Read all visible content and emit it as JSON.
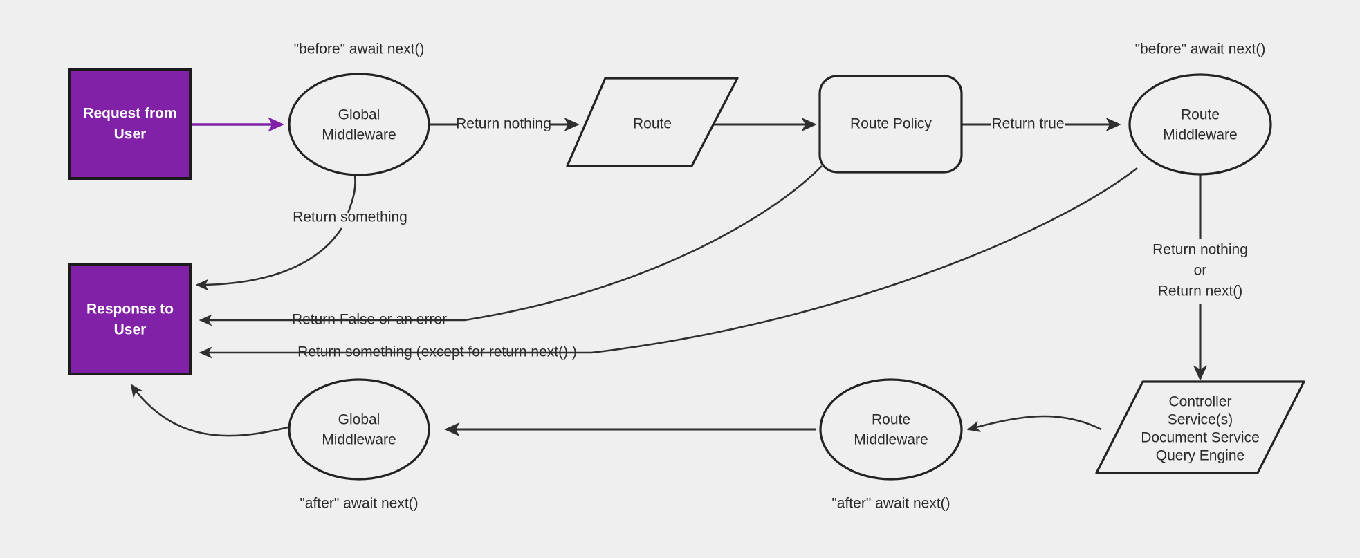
{
  "diagram": {
    "title": "Middleware request/response lifecycle flowchart",
    "background_color": "#efeff0",
    "accent_color": "#8021a8",
    "stroke_color": "#2f2f2f",
    "nodes": {
      "request": {
        "line1": "Request from",
        "line2": "User",
        "shape": "rectangle",
        "fill": "#8021a8"
      },
      "response": {
        "line1": "Response to",
        "line2": "User",
        "shape": "rectangle",
        "fill": "#8021a8"
      },
      "global_mw_top": {
        "line1": "Global",
        "line2": "Middleware",
        "shape": "ellipse"
      },
      "route": {
        "line1": "Route",
        "shape": "parallelogram"
      },
      "route_policy": {
        "line1": "Route Policy",
        "shape": "rounded-rectangle"
      },
      "route_mw_top": {
        "line1": "Route",
        "line2": "Middleware",
        "shape": "ellipse"
      },
      "controller": {
        "line1": "Controller",
        "line2": "Service(s)",
        "line3": "Document Service",
        "line4": "Query Engine",
        "shape": "parallelogram"
      },
      "route_mw_bottom": {
        "line1": "Route",
        "line2": "Middleware",
        "shape": "ellipse"
      },
      "global_mw_bottom": {
        "line1": "Global",
        "line2": "Middleware",
        "shape": "ellipse"
      }
    },
    "notes": {
      "before_global": "\"before\" await next()",
      "before_route": "\"before\" await next()",
      "after_global": "\"after\" await next()",
      "after_route": "\"after\" await next()"
    },
    "edge_labels": {
      "return_nothing": "Return nothing",
      "return_true": "Return true",
      "return_something_global": "Return something",
      "return_false_or_error": "Return False or an error",
      "return_something_except_next": "Return something (except for return next() )",
      "return_nothing_or_next_l1": "Return nothing",
      "return_nothing_or_next_l2": "or",
      "return_nothing_or_next_l3": "Return next()"
    }
  }
}
